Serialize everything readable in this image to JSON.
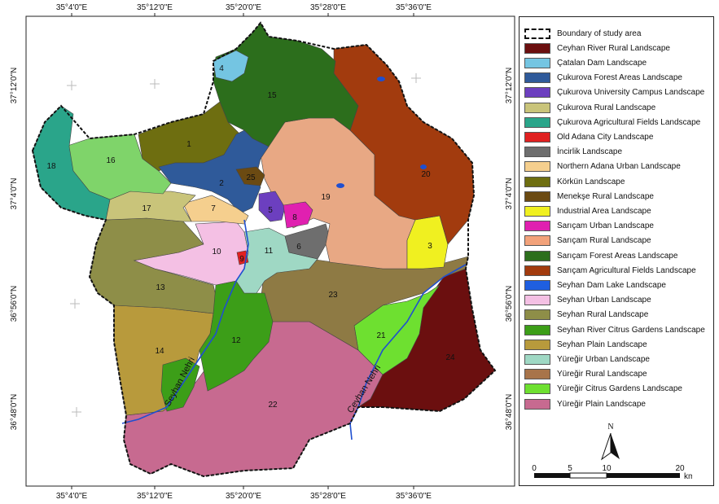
{
  "lon_ticks": [
    "35°4'0\"E",
    "35°12'0\"E",
    "35°20'0\"E",
    "35°28'0\"E",
    "35°36'0\"E"
  ],
  "lat_ticks": [
    "37°12'0\"N",
    "37°4'0\"N",
    "36°56'0\"N",
    "36°48'0\"N"
  ],
  "legend": [
    {
      "label": "Boundary of study area",
      "color": "",
      "dashed": true
    },
    {
      "label": "Ceyhan River Rural Landscape",
      "color": "#6b0f0f"
    },
    {
      "label": "Çatalan Dam Landscape",
      "color": "#74c5e2"
    },
    {
      "label": "Çukurova Forest Areas Landscape",
      "color": "#2f5a9a"
    },
    {
      "label": "Çukurova University Campus Landscape",
      "color": "#6c3fbf"
    },
    {
      "label": "Çukurova Rural Landscape",
      "color": "#c9c47a"
    },
    {
      "label": "Çukurova Agricultural Fields Landscape",
      "color": "#2aa58a"
    },
    {
      "label": "Old Adana City Landscape",
      "color": "#e02020"
    },
    {
      "label": "İncirlik Landscape",
      "color": "#6e6e6e"
    },
    {
      "label": "Northern Adana Urban Landscape",
      "color": "#f5cf8e"
    },
    {
      "label": "Körkün Landscape",
      "color": "#6e6e10"
    },
    {
      "label": "Menekşe Rural Landscape",
      "color": "#6b4a12"
    },
    {
      "label": "Industrial Area Landscape",
      "color": "#f0f020"
    },
    {
      "label": "Sarıçam Urban Landscape",
      "color": "#e020b0"
    },
    {
      "label": "Sarıçam Rural Landscape",
      "color": "#f2a27a"
    },
    {
      "label": "Sarıçam Forest Areas Landscape",
      "color": "#2c6e1c"
    },
    {
      "label": "Sarıçam Agricultural Fields Landscape",
      "color": "#a23b0e"
    },
    {
      "label": "Seyhan Dam Lake Landscape",
      "color": "#1f5fe0"
    },
    {
      "label": "Seyhan Urban Landscape",
      "color": "#f4c0e4"
    },
    {
      "label": "Seyhan Rural Landscape",
      "color": "#8e8e48"
    },
    {
      "label": "Seyhan River Citrus Gardens Landscape",
      "color": "#3c9e18"
    },
    {
      "label": "Seyhan Plain Landscape",
      "color": "#b89a3c"
    },
    {
      "label": "Yüreğir Urban Landscape",
      "color": "#9fd8c4"
    },
    {
      "label": "Yüreğir Rural Landscape",
      "color": "#a8744a"
    },
    {
      "label": "Yüreğir Citrus Gardens Landscape",
      "color": "#6ee030"
    },
    {
      "label": "Yüreğir Plain Landscape",
      "color": "#c76a90"
    }
  ],
  "zone_labels": [
    "1",
    "2",
    "3",
    "4",
    "5",
    "6",
    "7",
    "8",
    "9",
    "10",
    "11",
    "12",
    "13",
    "14",
    "15",
    "16",
    "17",
    "18",
    "19",
    "20",
    "21",
    "22",
    "23",
    "24",
    "25"
  ],
  "river_labels": [
    "Seyhan Nehri",
    "Ceyhan Nehri"
  ],
  "north_label": "N",
  "scale": {
    "ticks": [
      "0",
      "5",
      "10",
      "20"
    ],
    "unit": "km"
  }
}
